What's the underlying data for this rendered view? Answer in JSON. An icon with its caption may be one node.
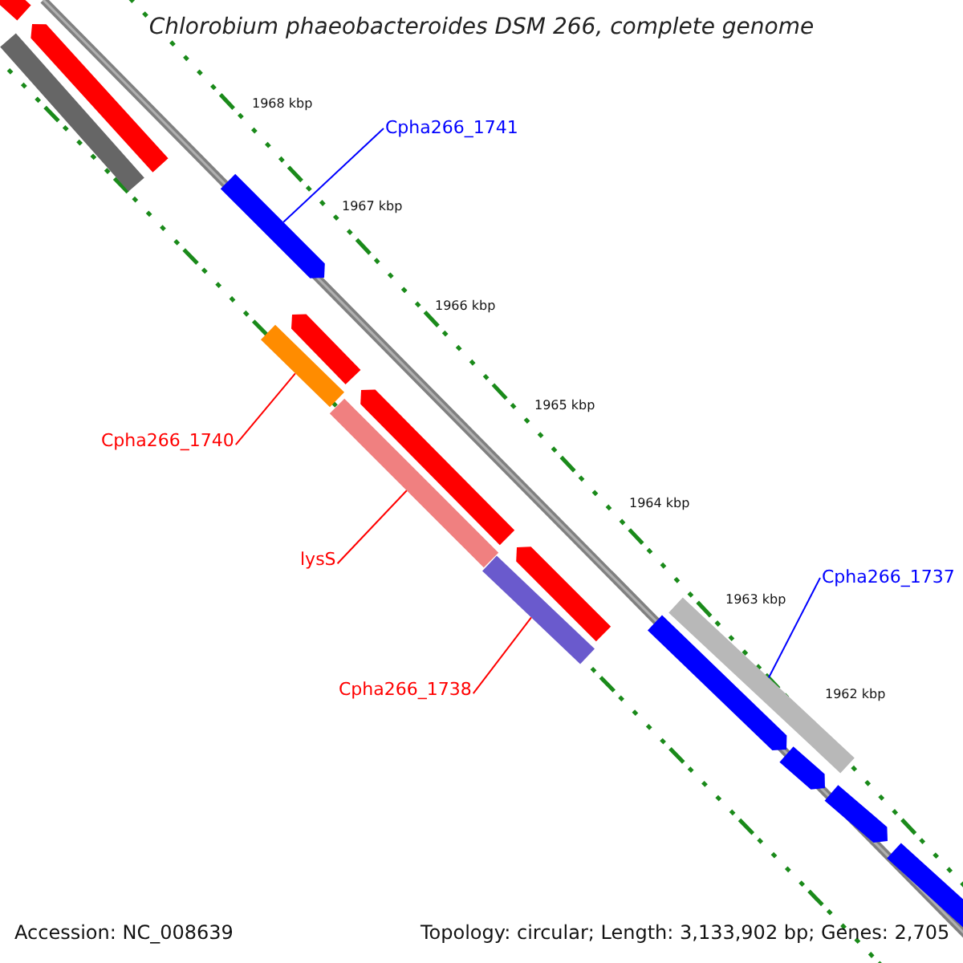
{
  "diagram": {
    "title": "Chlorobium phaeobacteroides DSM 266, complete genome",
    "nodes": [
      {
        "text": [
          "Cpha266_1741"
        ]
      },
      {
        "text": [],
        "shape": "bar"
      },
      {
        "text": [
          "Cpha266_1740"
        ]
      },
      {
        "text": [],
        "shape": "bar"
      },
      {
        "text": [
          "lysS"
        ]
      },
      {
        "text": [],
        "shape": "bar"
      },
      {
        "text": [
          "Cpha266_1738"
        ]
      },
      {
        "text": [],
        "shape": "bar"
      },
      {
        "text": [
          "Cpha266_1737"
        ]
      },
      {
        "text": [],
        "shape": "bar"
      }
    ],
    "edges": [
      {
        "from": 0,
        "to": 1,
        "arrow": "none",
        "color": "#0000ff"
      },
      {
        "from": 2,
        "to": 3,
        "arrow": "none"
      },
      {
        "from": 4,
        "to": 5,
        "arrow": "none"
      },
      {
        "from": 6,
        "to": 7,
        "arrow": "none"
      },
      {
        "from": 8,
        "to": 9,
        "arrow": "none",
        "color": "#0000ff"
      }
    ],
    "labels": [
      "1968 kbp",
      "1967 kbp",
      "1966 kbp",
      "1965 kbp",
      "1964 kbp",
      "1963 kbp",
      "1962 kbp",
      "Accession: NC_008639",
      "Topology: circular; Length: 3,133,902 bp; Genes: 2,705"
    ]
  }
}
